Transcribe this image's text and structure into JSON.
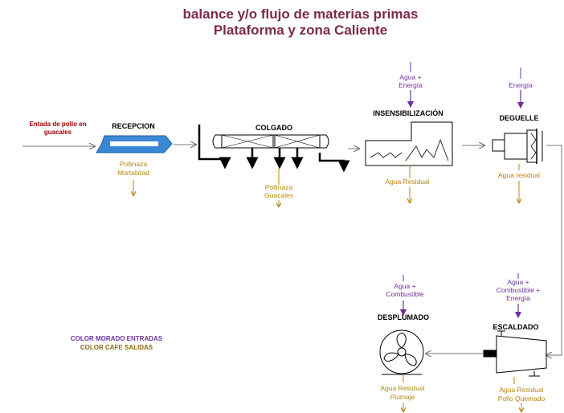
{
  "title": {
    "line1": "balance y/o flujo de materias primas",
    "line2": "Plataforma y zona Caliente"
  },
  "entry": {
    "line1": "Entada de pollo en",
    "line2": "guacales"
  },
  "stages": {
    "recepcion": {
      "label": "RECEPCION",
      "outputs": [
        "Pollinaza",
        "Mortalidad"
      ]
    },
    "colgado": {
      "label": "COLGADO",
      "outputs": [
        "Pollinaza",
        "Guacales"
      ]
    },
    "insensibilizacion": {
      "label": "INSENSIBILIZACIÓN",
      "inputs": [
        "Agua +",
        "Energía"
      ],
      "outputs": [
        "Agua Residual"
      ]
    },
    "deguelle": {
      "label": "DEGUELLE",
      "inputs": [
        "Energía"
      ],
      "outputs": [
        "Agua residual"
      ]
    },
    "escaldado": {
      "label": "ESCALDADO",
      "inputs": [
        "Agua +",
        "Combustible +",
        "Energía"
      ],
      "outputs": [
        "Agua Residual",
        "Pollo Quemado"
      ]
    },
    "desplumado": {
      "label": "DESPLUMADO",
      "inputs": [
        "Agua +",
        "Combustible"
      ],
      "outputs": [
        "Agua Residual",
        "Plumaje"
      ]
    }
  },
  "legend": {
    "entradas": "COLOR MORADO ENTRADAS",
    "salidas": "COLOR CAFE SALIDAS"
  },
  "colors": {
    "inputs": "#7030a0",
    "outputs": "#b8860b",
    "title": "#7b2a4a",
    "entry": "#a00000",
    "conveyor": "#3a87d6"
  }
}
